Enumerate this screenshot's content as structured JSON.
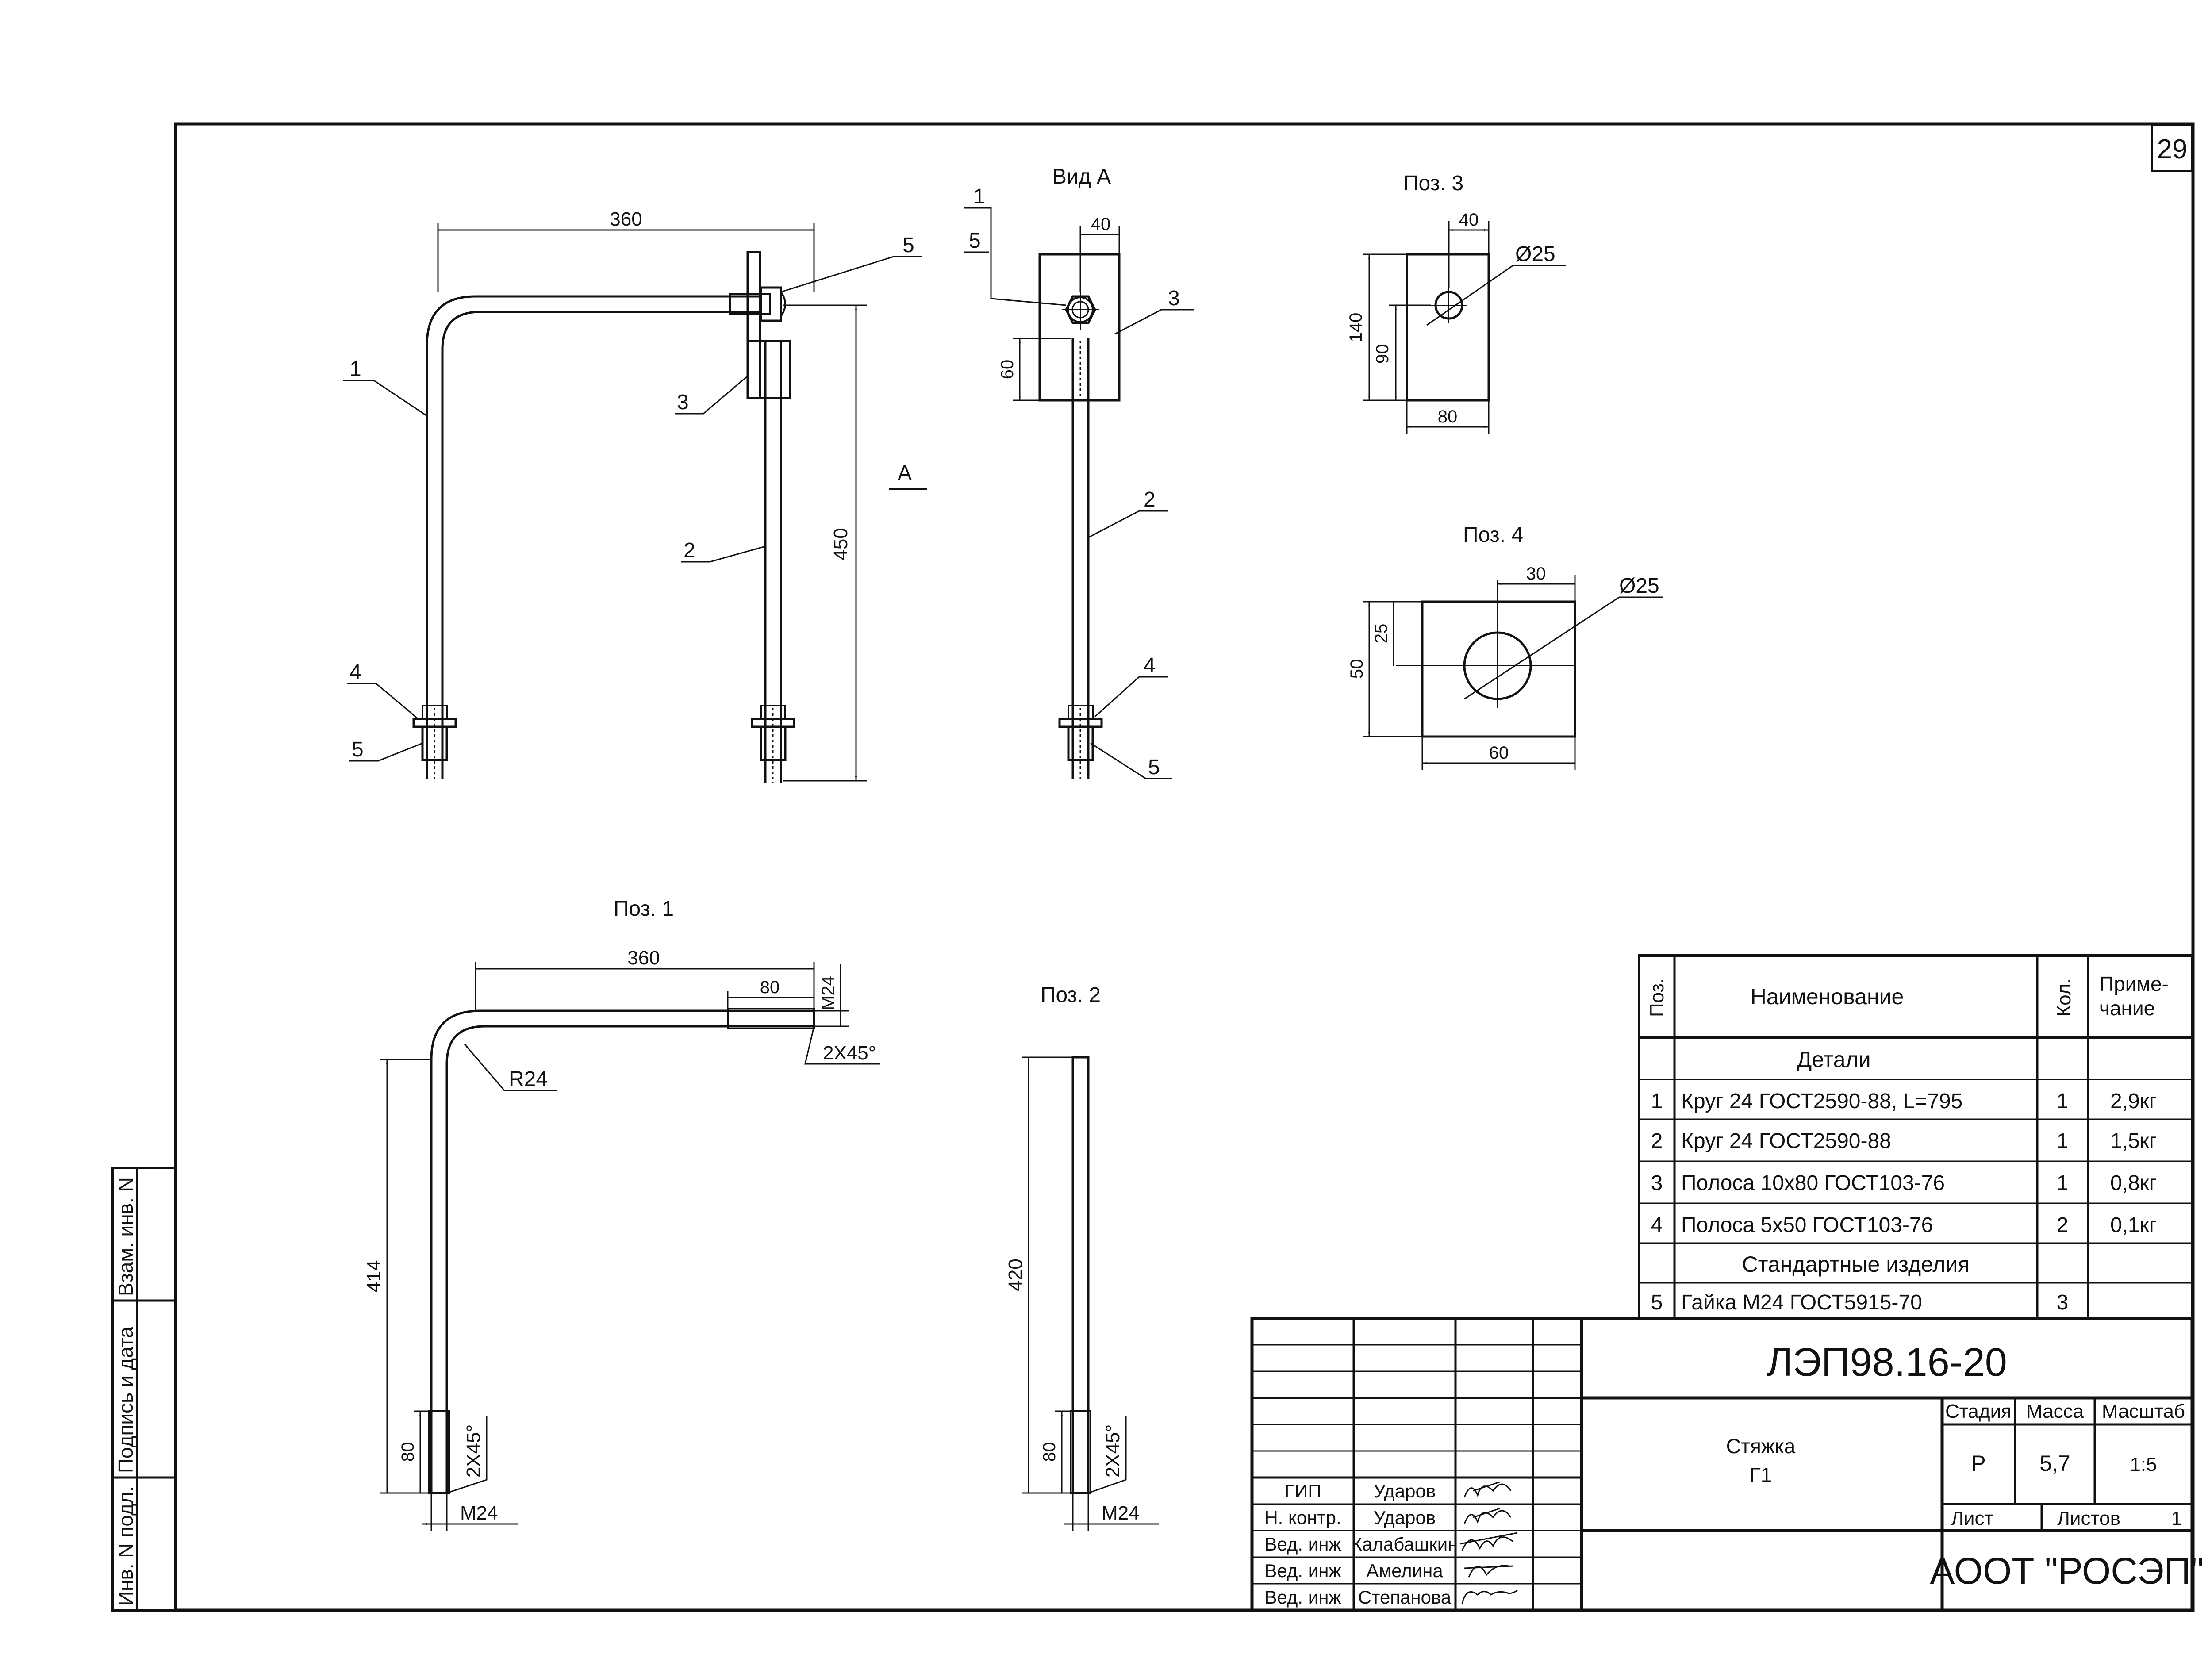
{
  "sheet_number": "29",
  "side_stamp": {
    "inv_podl": "Инв. N подл.",
    "podpis_data": "Подпись и дата",
    "vzam_inv": "Взам. инв. N"
  },
  "assembly_view": {
    "dim_length": "360",
    "dim_height": "450",
    "view_arrow": "A",
    "leaders": {
      "p1": "1",
      "p2": "2",
      "p3": "3",
      "p4": "4",
      "p5_top": "5",
      "p5_bottom": "5"
    }
  },
  "view_a": {
    "title": "Вид  A",
    "dim_width": "40",
    "dim_60": "60",
    "leaders": {
      "p1": "1",
      "p5_top": "5",
      "p3": "3",
      "p2": "2",
      "p4": "4",
      "p5_bottom": "5"
    }
  },
  "pos3": {
    "title": "Поз.  3",
    "dim_40": "40",
    "dim_hole": "Ø25",
    "dim_140": "140",
    "dim_90": "90",
    "dim_80": "80"
  },
  "pos4": {
    "title": "Поз.  4",
    "dim_30": "30",
    "dim_hole": "Ø25",
    "dim_25": "25",
    "dim_50": "50",
    "dim_60": "60"
  },
  "pos1": {
    "title": "Поз.  1",
    "dim_360": "360",
    "dim_80_top": "80",
    "dim_m24_top": "M24",
    "dim_chamfer_top": "2X45°",
    "dim_radius": "R24",
    "dim_414": "414",
    "dim_80_bottom": "80",
    "dim_chamfer_bottom": "2X45°",
    "dim_m24_bottom": "M24"
  },
  "pos2": {
    "title": "Поз.  2",
    "dim_420": "420",
    "dim_80": "80",
    "dim_chamfer": "2X45°",
    "dim_m24": "M24"
  },
  "spec_table": {
    "headers": {
      "pos": "Поз.",
      "name": "Наименование",
      "qty": "Кол.",
      "note": "Приме-\nчание"
    },
    "section_details": "Детали",
    "section_standard": "Стандартные  изделия",
    "rows": [
      {
        "pos": "1",
        "name": "Круг  24  ГОСТ2590-88,  L=795",
        "qty": "1",
        "note": "2,9кг"
      },
      {
        "pos": "2",
        "name": "Круг  24  ГОСТ2590-88",
        "qty": "1",
        "note": "1,5кг"
      },
      {
        "pos": "3",
        "name": "Полоса  10х80  ГОСТ103-76",
        "qty": "1",
        "note": "0,8кг"
      },
      {
        "pos": "4",
        "name": "Полоса  5х50  ГОСТ103-76",
        "qty": "2",
        "note": "0,1кг"
      },
      {
        "pos": "5",
        "name": "Гайка  М24  ГОСТ5915-70",
        "qty": "3",
        "note": ""
      }
    ]
  },
  "title_block": {
    "designation": "ЛЭП98.16-20",
    "item_name_line1": "Стяжка",
    "item_name_line2": "Г1",
    "stage_label": "Стадия",
    "stage_value": "Р",
    "mass_label": "Масса",
    "mass_value": "5,7",
    "scale_label": "Масштаб",
    "scale_value": "1:5",
    "sheet_label": "Лист",
    "sheets_label": "Листов",
    "sheets_value": "1",
    "organization": "АООТ  \"РОСЭП\"",
    "signatures": [
      {
        "role": "ГИП",
        "name": "Ударов"
      },
      {
        "role": "Н. контр.",
        "name": "Ударов"
      },
      {
        "role": "Вед. инж",
        "name": "Калабашкин"
      },
      {
        "role": "Вед. инж",
        "name": "Амелина"
      },
      {
        "role": "Вед. инж",
        "name": "Степанова"
      }
    ]
  }
}
